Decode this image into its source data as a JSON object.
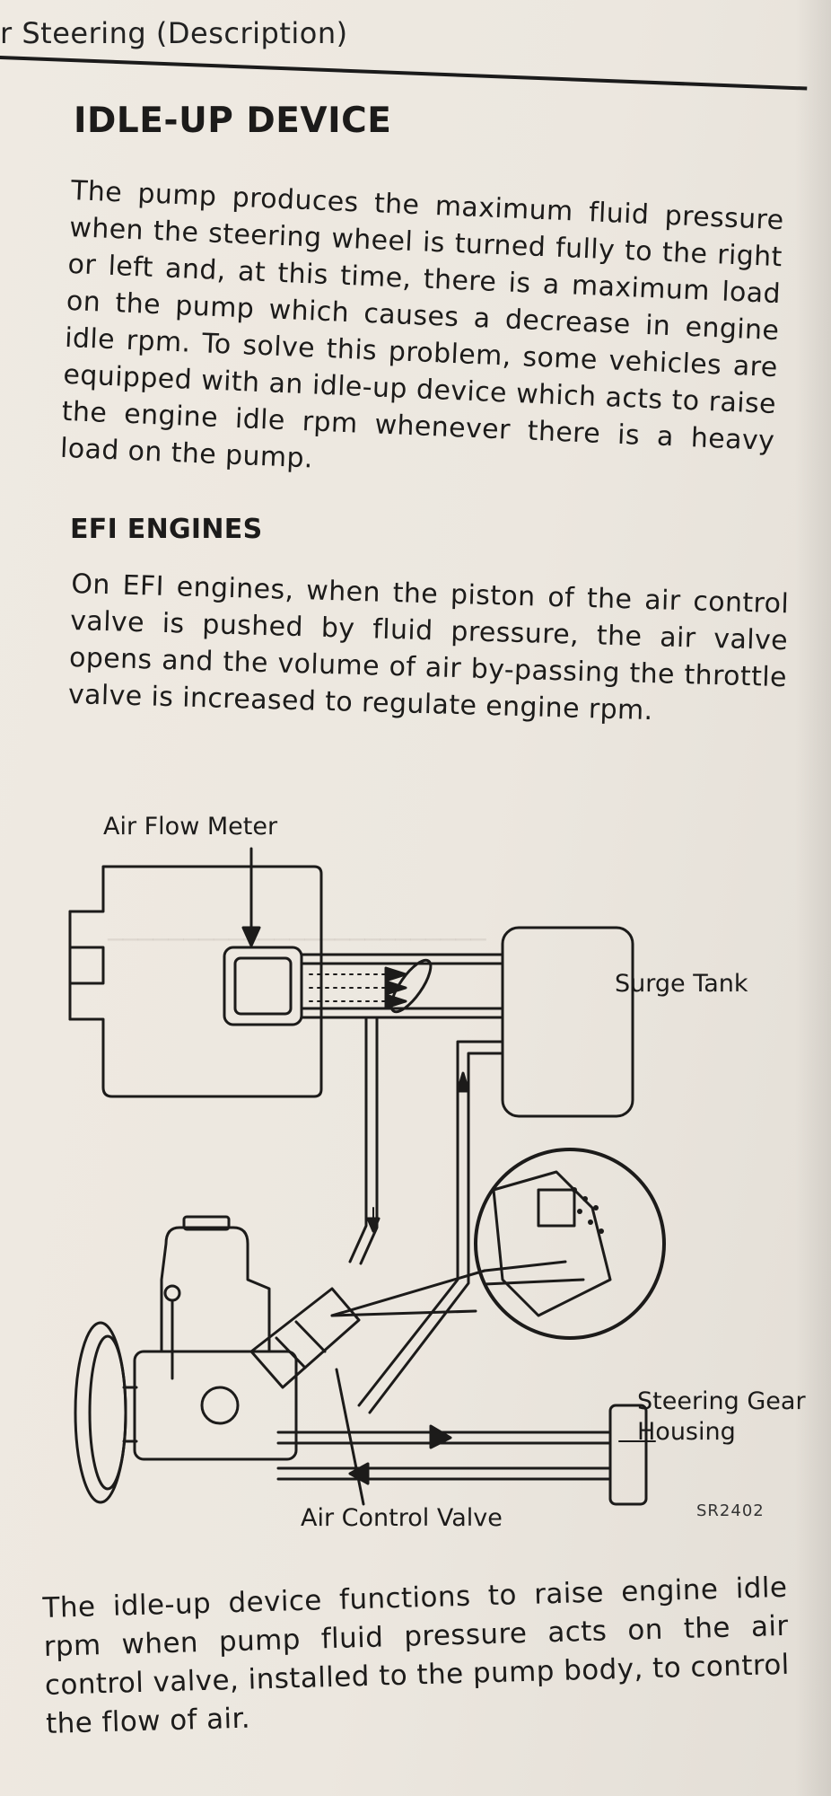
{
  "running_head": "r Steering (Description)",
  "section_title": "IDLE-UP DEVICE",
  "paragraph_1": "The pump produces the maximum fluid pressure when the steering wheel is turned fully to the right or left and, at this time, there is a maximum load on the pump which causes a decrease in engine idle rpm. To solve this problem, some vehicles are equipped with an idle-up device which acts to raise the engine idle rpm whenever there is a heavy load on the pump.",
  "subsection_title": "EFI ENGINES",
  "paragraph_2": "On EFI engines, when the piston of the air control valve is pushed by fluid pressure, the air valve opens and the volume of air by-passing the throttle valve is increased to regulate engine rpm.",
  "diagram": {
    "label_air_flow_meter": "Air Flow Meter",
    "label_surge_tank": "Surge Tank",
    "label_steering_gear_line1": "Steering Gear",
    "label_steering_gear_line2": "Housing",
    "label_air_control_valve": "Air Control Valve",
    "figure_number": "SR2402"
  },
  "paragraph_3": "The idle-up device functions to raise engine idle rpm when pump fluid pressure acts on the air control valve, installed to the pump body, to control the flow of air."
}
